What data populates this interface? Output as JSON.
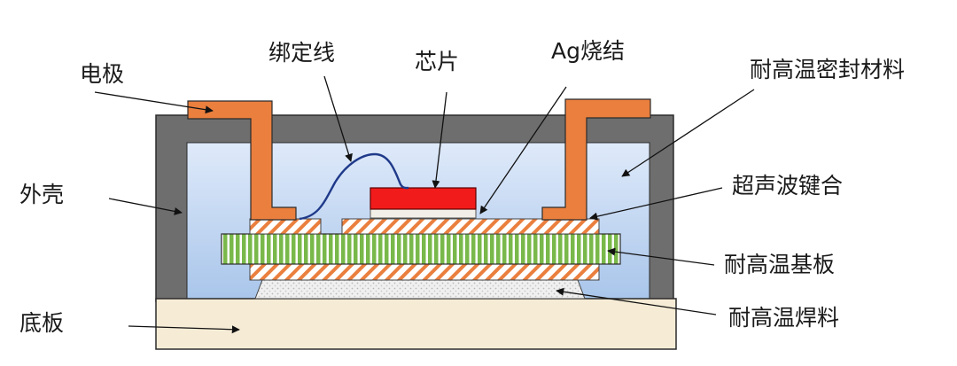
{
  "labels": {
    "electrode": "电极",
    "bond_wire": "绑定线",
    "chip": "芯片",
    "ag_sinter": "Ag烧结",
    "sealant": "耐高温密封材料",
    "housing": "外壳",
    "ultrasonic_bond": "超声波键合",
    "substrate": "耐高温基板",
    "baseplate": "底板",
    "solder": "耐高温焊料"
  },
  "colors": {
    "housing": "#6e6e6e",
    "cavity_top": "#dde9f9",
    "cavity_bottom": "#a9c6ea",
    "electrode": "#ea7f3e",
    "chip": "#f21b1b",
    "wire": "#1f3a8a",
    "substrate_green": "#7fbf4f",
    "hatch_orange": "#ea7f3e",
    "baseplate": "#f6ecd6"
  }
}
